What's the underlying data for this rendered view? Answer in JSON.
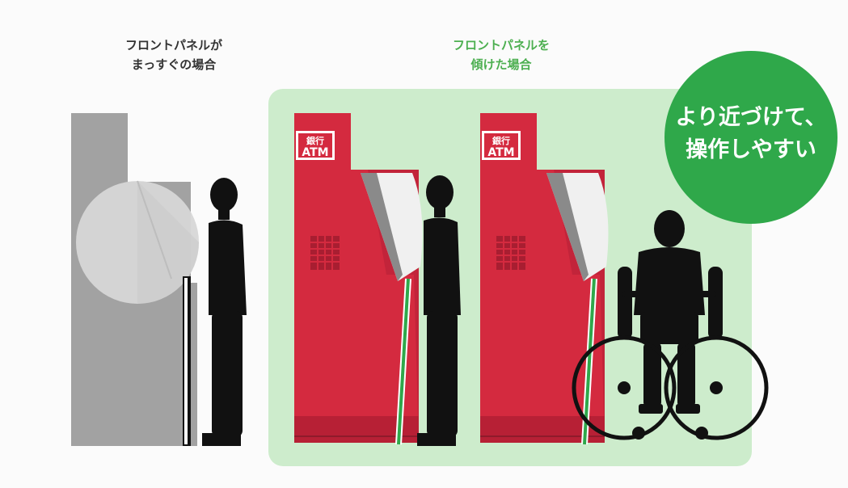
{
  "captions": {
    "upright": [
      "フロントパネルが",
      "まっすぐの場合"
    ],
    "tilted": [
      "フロントパネルを",
      "傾けた場合"
    ]
  },
  "badge": {
    "lines": [
      "より近づけて、",
      "操作しやすい"
    ]
  },
  "atm_signs": [
    {
      "bank_label": "銀行",
      "atm_label": "ATM"
    },
    {
      "bank_label": "銀行",
      "atm_label": "ATM"
    }
  ],
  "colors": {
    "highlight_bg": "#cdeccc",
    "accent_green": "#2fa84a",
    "atm_red": "#d42a3f",
    "grey_machine": "#9d9d9d"
  }
}
